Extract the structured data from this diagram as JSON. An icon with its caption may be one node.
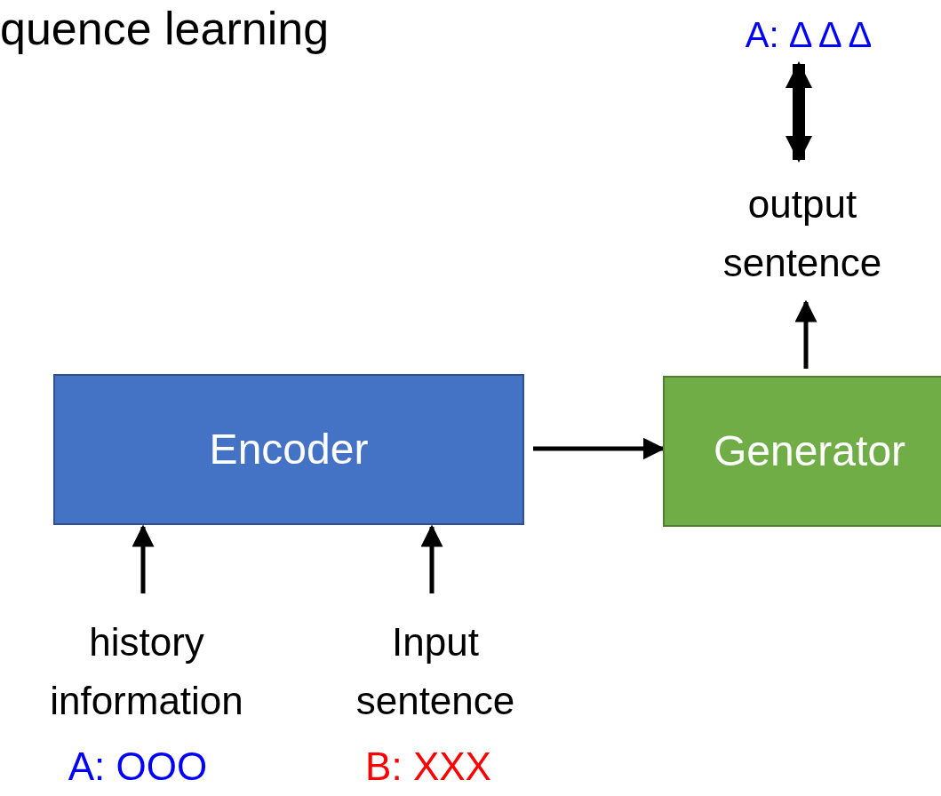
{
  "diagram": {
    "title": "quence learning",
    "nodes": [
      {
        "text": [
          "Encoder"
        ]
      },
      {
        "text": [
          "Generator"
        ]
      },
      {
        "text": [
          "history information"
        ]
      },
      {
        "text": [
          "Input sentence"
        ]
      },
      {
        "text": [
          "output sentence"
        ]
      },
      {
        "text": [
          "A: Δ Δ Δ"
        ]
      }
    ],
    "edges": [
      {
        "from": 2,
        "to": 0,
        "arrow": "to"
      },
      {
        "from": 3,
        "to": 0,
        "arrow": "to"
      },
      {
        "from": 0,
        "to": 1,
        "arrow": "to"
      },
      {
        "from": 1,
        "to": 4,
        "arrow": "to"
      },
      {
        "from": 4,
        "to": 5,
        "arrow": "both",
        "style": "thick"
      }
    ],
    "labels": [
      "A: OOO",
      "B: XXX"
    ]
  }
}
